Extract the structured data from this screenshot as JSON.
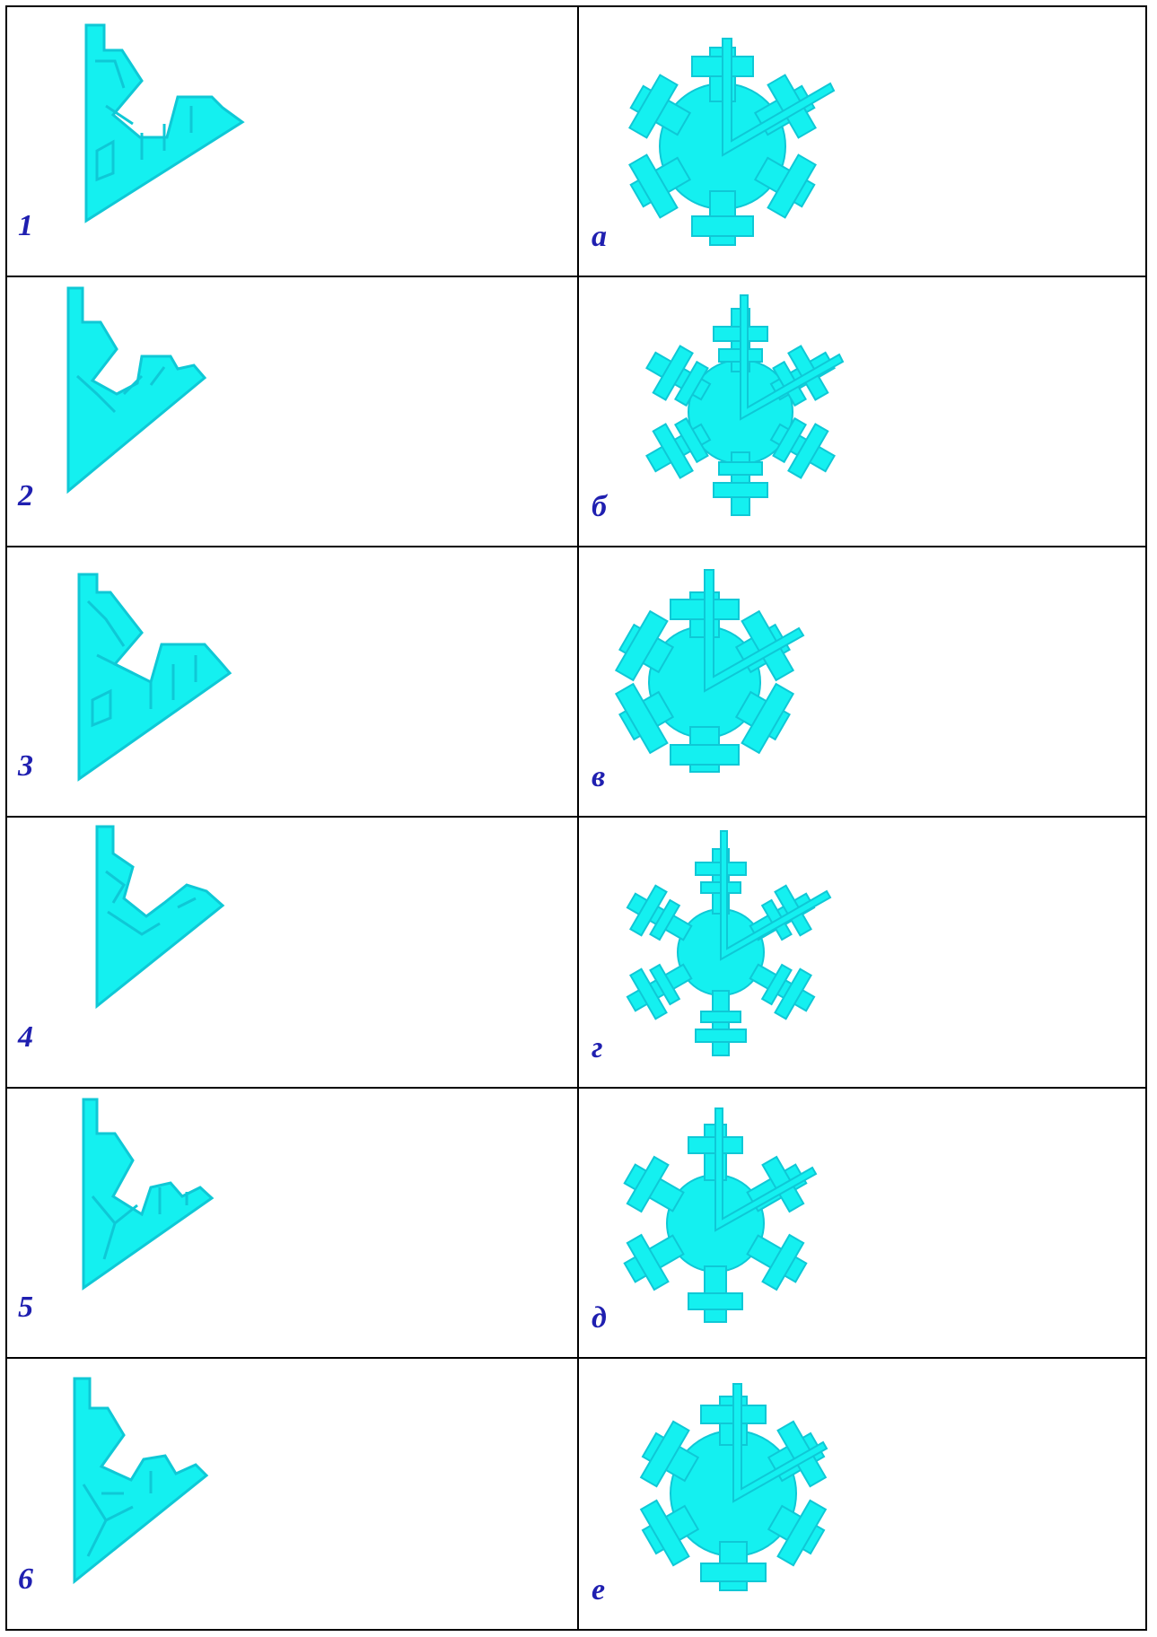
{
  "colors": {
    "fill": "#14f0f0",
    "outline": "#0fc8d6",
    "label": "#1f1fb0",
    "border": "#000000"
  },
  "rows": [
    {
      "left_label": "1",
      "right_label": "а"
    },
    {
      "left_label": "2",
      "right_label": "б"
    },
    {
      "left_label": "3",
      "right_label": "в"
    },
    {
      "left_label": "4",
      "right_label": "г"
    },
    {
      "left_label": "5",
      "right_label": "д"
    },
    {
      "left_label": "6",
      "right_label": "е"
    }
  ]
}
